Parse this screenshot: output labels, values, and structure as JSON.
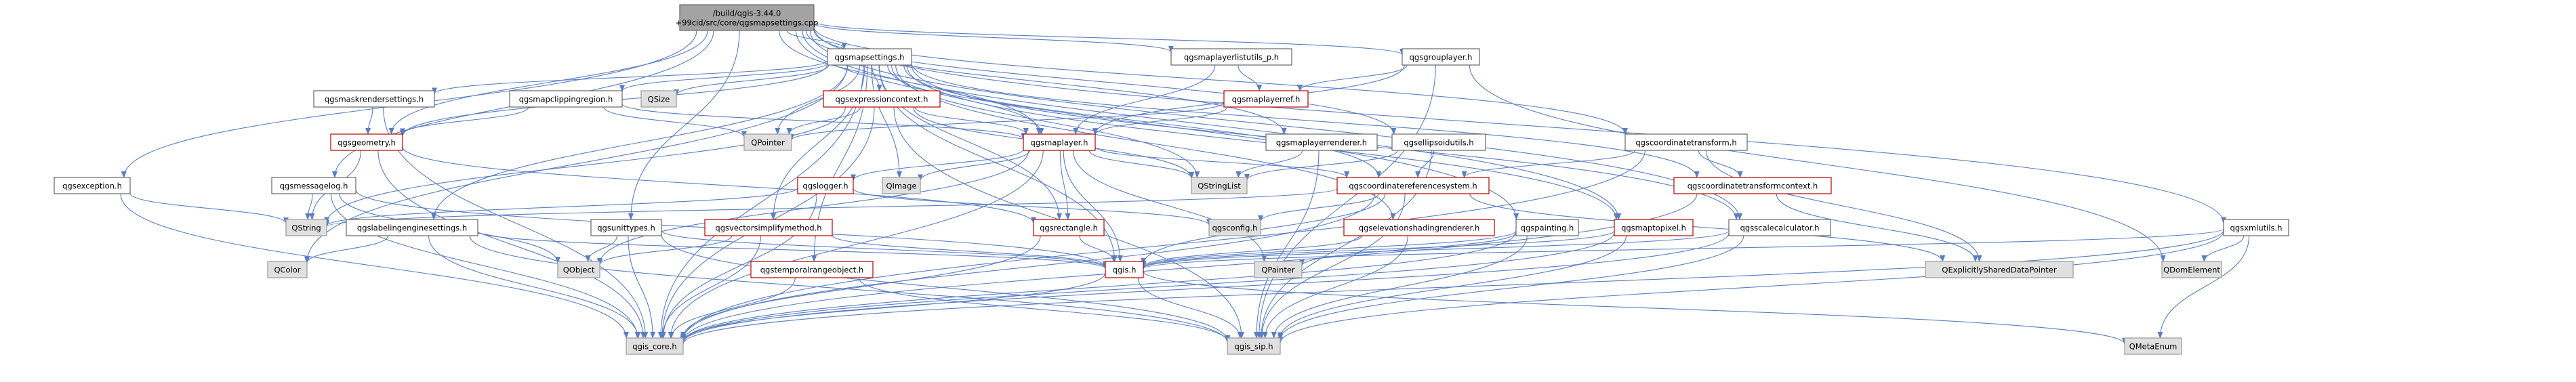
{
  "colors": {
    "edge": "#5a7ec1",
    "root_fill": "#a3a3a3",
    "root_stroke": "#666666",
    "link_stroke": "#b70000",
    "normal_fill": "#ffffff",
    "normal_stroke": "#666666",
    "external_fill": "#e0e0e0",
    "external_stroke": "#999999",
    "text": "#000000"
  },
  "nodes": [
    {
      "id": "root",
      "lines": [
        "/build/qgis-3.44.0",
        "+99cid/src/core/qgsmapsettings.cpp"
      ],
      "style": "root"
    },
    {
      "id": "qgsmapsettings",
      "lines": [
        "qgsmapsettings.h"
      ],
      "style": "normal"
    },
    {
      "id": "qgsmaplayerlistutils",
      "lines": [
        "qgsmaplayerlistutils_p.h"
      ],
      "style": "normal"
    },
    {
      "id": "qgsgrouplayer",
      "lines": [
        "qgsgrouplayer.h"
      ],
      "style": "normal"
    },
    {
      "id": "qgsmaskrendersettings",
      "lines": [
        "qgsmaskrendersettings.h"
      ],
      "style": "normal"
    },
    {
      "id": "qgsmapclippingregion",
      "lines": [
        "qgsmapclippingregion.h"
      ],
      "style": "normal"
    },
    {
      "id": "QSize",
      "lines": [
        "QSize"
      ],
      "style": "external"
    },
    {
      "id": "qgsexpressioncontext",
      "lines": [
        "qgsexpressioncontext.h"
      ],
      "style": "link"
    },
    {
      "id": "qgsmaplayerref",
      "lines": [
        "qgsmaplayerref.h"
      ],
      "style": "link"
    },
    {
      "id": "qgsgeometry",
      "lines": [
        "qgsgeometry.h"
      ],
      "style": "link"
    },
    {
      "id": "QPointer",
      "lines": [
        "QPointer"
      ],
      "style": "external"
    },
    {
      "id": "qgsmaplayer",
      "lines": [
        "qgsmaplayer.h"
      ],
      "style": "link"
    },
    {
      "id": "qgsmaplayerrenderer",
      "lines": [
        "qgsmaplayerrenderer.h"
      ],
      "style": "normal"
    },
    {
      "id": "qgsellipsoidutils",
      "lines": [
        "qgsellipsoidutils.h"
      ],
      "style": "normal"
    },
    {
      "id": "qgscoordinatetransform",
      "lines": [
        "qgscoordinatetransform.h"
      ],
      "style": "normal"
    },
    {
      "id": "qgsexception",
      "lines": [
        "qgsexception.h"
      ],
      "style": "normal"
    },
    {
      "id": "qgsmessagelog",
      "lines": [
        "qgsmessagelog.h"
      ],
      "style": "normal"
    },
    {
      "id": "qgslogger",
      "lines": [
        "qgslogger.h"
      ],
      "style": "link"
    },
    {
      "id": "QImage",
      "lines": [
        "QImage"
      ],
      "style": "external"
    },
    {
      "id": "QStringList",
      "lines": [
        "QStringList"
      ],
      "style": "external"
    },
    {
      "id": "qgscoordinatereferencesystem",
      "lines": [
        "qgscoordinatereferencesystem.h"
      ],
      "style": "link"
    },
    {
      "id": "qgscoordinatetransformcontext",
      "lines": [
        "qgscoordinatetransformcontext.h"
      ],
      "style": "link"
    },
    {
      "id": "QString",
      "lines": [
        "QString"
      ],
      "style": "external"
    },
    {
      "id": "qgsconfig",
      "lines": [
        "qgsconfig.h"
      ],
      "style": "external"
    },
    {
      "id": "qgslabelingenginesettings",
      "lines": [
        "qgslabelingenginesettings.h"
      ],
      "style": "normal"
    },
    {
      "id": "qgsunittypes",
      "lines": [
        "qgsunittypes.h"
      ],
      "style": "normal"
    },
    {
      "id": "qgsvectorsimplifymethod",
      "lines": [
        "qgsvectorsimplifymethod.h"
      ],
      "style": "link"
    },
    {
      "id": "qgsrectangle",
      "lines": [
        "qgsrectangle.h"
      ],
      "style": "link"
    },
    {
      "id": "qgselevationshadingrenderer",
      "lines": [
        "qgselevationshadingrenderer.h"
      ],
      "style": "link"
    },
    {
      "id": "qgspainting",
      "lines": [
        "qgspainting.h"
      ],
      "style": "normal"
    },
    {
      "id": "qgsmaptopixel",
      "lines": [
        "qgsmaptopixel.h"
      ],
      "style": "link"
    },
    {
      "id": "qgsscalecalculator",
      "lines": [
        "qgsscalecalculator.h"
      ],
      "style": "normal"
    },
    {
      "id": "QExplicitlySharedDataPointer",
      "lines": [
        "QExplicitlySharedDataPointer"
      ],
      "style": "external"
    },
    {
      "id": "qgsxmlutils",
      "lines": [
        "qgsxmlutils.h"
      ],
      "style": "normal"
    },
    {
      "id": "QColor",
      "lines": [
        "QColor"
      ],
      "style": "external"
    },
    {
      "id": "QObject",
      "lines": [
        "QObject"
      ],
      "style": "external"
    },
    {
      "id": "qgstemporalrangeobject",
      "lines": [
        "qgstemporalrangeobject.h"
      ],
      "style": "link"
    },
    {
      "id": "qgis",
      "lines": [
        "qgis.h"
      ],
      "style": "link"
    },
    {
      "id": "QPainter",
      "lines": [
        "QPainter"
      ],
      "style": "external"
    },
    {
      "id": "QDomElement",
      "lines": [
        "QDomElement"
      ],
      "style": "external"
    },
    {
      "id": "qgis_core",
      "lines": [
        "qgis_core.h"
      ],
      "style": "external"
    },
    {
      "id": "qgis_sip",
      "lines": [
        "qgis_sip.h"
      ],
      "style": "external"
    },
    {
      "id": "QMetaEnum",
      "lines": [
        "QMetaEnum"
      ],
      "style": "external"
    }
  ],
  "edges": [
    [
      "root",
      "qgsmapsettings"
    ],
    [
      "root",
      "qgsmaplayerlistutils"
    ],
    [
      "root",
      "qgsgrouplayer"
    ],
    [
      "root",
      "qgsexception"
    ],
    [
      "root",
      "qgsgeometry"
    ],
    [
      "root",
      "qgsmaplayer"
    ],
    [
      "root",
      "qgsmessagelog"
    ],
    [
      "root",
      "qgsmaptopixel"
    ],
    [
      "root",
      "qgsscalecalculator"
    ],
    [
      "root",
      "qgscoordinatetransform"
    ],
    [
      "root",
      "qgsxmlutils"
    ],
    [
      "root",
      "qgsellipsoidutils"
    ],
    [
      "root",
      "qgspainting"
    ],
    [
      "root",
      "qgsunittypes"
    ],
    [
      "root",
      "qgsmaplayerrenderer"
    ],
    [
      "qgsmapsettings",
      "qgsmaskrendersettings"
    ],
    [
      "qgsmapsettings",
      "qgsmapclippingregion"
    ],
    [
      "qgsmapsettings",
      "QSize"
    ],
    [
      "qgsmapsettings",
      "qgsexpressioncontext"
    ],
    [
      "qgsmapsettings",
      "QPointer"
    ],
    [
      "qgsmapsettings",
      "qgsmaplayer"
    ],
    [
      "qgsmapsettings",
      "qgsgeometry"
    ],
    [
      "qgsmapsettings",
      "qgscoordinatereferencesystem"
    ],
    [
      "qgsmapsettings",
      "qgslabelingenginesettings"
    ],
    [
      "qgsmapsettings",
      "qgsvectorsimplifymethod"
    ],
    [
      "qgsmapsettings",
      "qgsrectangle"
    ],
    [
      "qgsmapsettings",
      "qgselevationshadingrenderer"
    ],
    [
      "qgsmapsettings",
      "qgsmaptopixel"
    ],
    [
      "qgsmapsettings",
      "qgsscalecalculator"
    ],
    [
      "qgsmapsettings",
      "QImage"
    ],
    [
      "qgsmapsettings",
      "QStringList"
    ],
    [
      "qgsmapsettings",
      "qgstemporalrangeobject"
    ],
    [
      "qgsmapsettings",
      "qgscoordinatetransformcontext"
    ],
    [
      "qgsmapsettings",
      "qgis_core"
    ],
    [
      "qgsmapsettings",
      "qgis"
    ],
    [
      "qgsmapsettings",
      "QColor"
    ],
    [
      "qgsmaplayerlistutils",
      "qgsmaplayer"
    ],
    [
      "qgsmaplayerlistutils",
      "qgsmaplayerref"
    ],
    [
      "qgsgrouplayer",
      "qgsmaplayer"
    ],
    [
      "qgsgrouplayer",
      "qgsmaplayerref"
    ],
    [
      "qgsgrouplayer",
      "qgis_sip"
    ],
    [
      "qgsgrouplayer",
      "QDomElement"
    ],
    [
      "qgsmaskrendersettings",
      "qgis_core"
    ],
    [
      "qgsmaskrendersettings",
      "qgsgeometry"
    ],
    [
      "qgsmapclippingregion",
      "qgsgeometry"
    ],
    [
      "qgsmapclippingregion",
      "QPointer"
    ],
    [
      "qgsmapclippingregion",
      "qgsmaplayer"
    ],
    [
      "qgsexpressioncontext",
      "QPointer"
    ],
    [
      "qgsexpressioncontext",
      "QStringList"
    ],
    [
      "qgsexpressioncontext",
      "qgis_core"
    ],
    [
      "qgsexpressioncontext",
      "QString"
    ],
    [
      "qgsexpressioncontext",
      "qgis_sip"
    ],
    [
      "qgsexpressioncontext",
      "qgsmaplayer"
    ],
    [
      "qgsmaplayerref",
      "qgsmaplayer"
    ],
    [
      "qgsmaplayerref",
      "QPointer"
    ],
    [
      "qgsgeometry",
      "QString"
    ],
    [
      "qgsgeometry",
      "qgis_core"
    ],
    [
      "qgsgeometry",
      "qgsrectangle"
    ],
    [
      "qgsmaplayer",
      "QImage"
    ],
    [
      "qgsmaplayer",
      "QStringList"
    ],
    [
      "qgsmaplayer",
      "qgslogger"
    ],
    [
      "qgsmaplayer",
      "qgis"
    ],
    [
      "qgsmaplayer",
      "qgsrectangle"
    ],
    [
      "qgsmaplayer",
      "qgscoordinatereferencesystem"
    ],
    [
      "qgsmaplayer",
      "QObject"
    ],
    [
      "qgsmaplayer",
      "qgis_core"
    ],
    [
      "qgsmaplayer",
      "QPainter"
    ],
    [
      "qgsmaplayerrenderer",
      "QStringList"
    ],
    [
      "qgsmaplayerrenderer",
      "qgis_sip"
    ],
    [
      "qgsellipsoidutils",
      "qgscoordinatereferencesystem"
    ],
    [
      "qgsellipsoidutils",
      "QStringList"
    ],
    [
      "qgsellipsoidutils",
      "qgis_sip"
    ],
    [
      "qgscoordinatetransform",
      "qgscoordinatereferencesystem"
    ],
    [
      "qgscoordinatetransform",
      "qgscoordinatetransformcontext"
    ],
    [
      "qgscoordinatetransform",
      "QExplicitlySharedDataPointer"
    ],
    [
      "qgscoordinatetransform",
      "qgis_core"
    ],
    [
      "qgsexception",
      "QString"
    ],
    [
      "qgsexception",
      "qgis_core"
    ],
    [
      "qgsmessagelog",
      "QString"
    ],
    [
      "qgsmessagelog",
      "QObject"
    ],
    [
      "qgsmessagelog",
      "qgis"
    ],
    [
      "qgsmessagelog",
      "qgis_core"
    ],
    [
      "qgslogger",
      "QString"
    ],
    [
      "qgslogger",
      "qgsconfig"
    ],
    [
      "qgslogger",
      "qgis_core"
    ],
    [
      "qgscoordinatereferencesystem",
      "qgis"
    ],
    [
      "qgscoordinatereferencesystem",
      "QString"
    ],
    [
      "qgscoordinatereferencesystem",
      "qgsconfig"
    ],
    [
      "qgscoordinatereferencesystem",
      "QExplicitlySharedDataPointer"
    ],
    [
      "qgscoordinatereferencesystem",
      "qgis_sip"
    ],
    [
      "qgscoordinatereferencesystem",
      "qgis_core"
    ],
    [
      "qgscoordinatetransformcontext",
      "QExplicitlySharedDataPointer"
    ],
    [
      "qgscoordinatetransformcontext",
      "qgis_core"
    ],
    [
      "qgslabelingenginesettings",
      "QColor"
    ],
    [
      "qgslabelingenginesettings",
      "qgis"
    ],
    [
      "qgslabelingenginesettings",
      "qgis_core"
    ],
    [
      "qgslabelingenginesettings",
      "qgis_sip"
    ],
    [
      "qgsunittypes",
      "QObject"
    ],
    [
      "qgsunittypes",
      "qgis"
    ],
    [
      "qgsunittypes",
      "qgis_core"
    ],
    [
      "qgsunittypes",
      "qgis_sip"
    ],
    [
      "qgsvectorsimplifymethod",
      "QObject"
    ],
    [
      "qgsvectorsimplifymethod",
      "qgis"
    ],
    [
      "qgsvectorsimplifymethod",
      "qgis_core"
    ],
    [
      "qgsrectangle",
      "qgis"
    ],
    [
      "qgsrectangle",
      "qgis_core"
    ],
    [
      "qgselevationshadingrenderer",
      "qgis"
    ],
    [
      "qgselevationshadingrenderer",
      "qgis_sip"
    ],
    [
      "qgspainting",
      "QPainter"
    ],
    [
      "qgspainting",
      "qgis"
    ],
    [
      "qgspainting",
      "qgis_sip"
    ],
    [
      "qgspainting",
      "qgis_core"
    ],
    [
      "qgsmaptopixel",
      "qgis"
    ],
    [
      "qgsmaptopixel",
      "qgis_core"
    ],
    [
      "qgsmaptopixel",
      "qgis_sip"
    ],
    [
      "qgsscalecalculator",
      "qgis"
    ],
    [
      "qgsscalecalculator",
      "qgis_sip"
    ],
    [
      "qgsscalecalculator",
      "qgis_core"
    ],
    [
      "qgsxmlutils",
      "QDomElement"
    ],
    [
      "qgsxmlutils",
      "qgis"
    ],
    [
      "qgsxmlutils",
      "qgis_core"
    ],
    [
      "qgsxmlutils",
      "qgis_sip"
    ],
    [
      "qgsxmlutils",
      "QMetaEnum"
    ],
    [
      "qgstemporalrangeobject",
      "qgis_core"
    ],
    [
      "qgstemporalrangeobject",
      "qgis_sip"
    ],
    [
      "qgis",
      "qgis_core"
    ],
    [
      "qgis",
      "qgis_sip"
    ],
    [
      "qgis",
      "QMetaEnum"
    ]
  ]
}
